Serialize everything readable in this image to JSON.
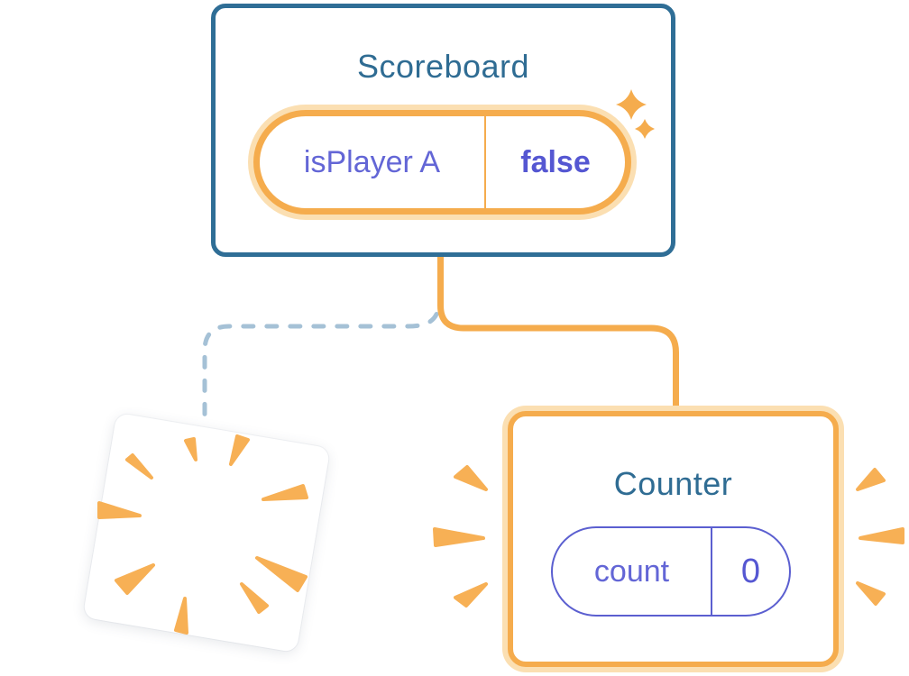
{
  "diagram": {
    "scoreboard": {
      "title": "Scoreboard",
      "state_key": "isPlayer A",
      "state_value": "false"
    },
    "counter": {
      "title": "Counter",
      "state_key": "count",
      "state_value": "0"
    }
  },
  "icons": {
    "sparkles": "four-point-star sparkles (new state highlight)",
    "poof_burst": "orange burst rays (component destroyed)",
    "emphasis_rays": "orange emphasis rays (component created)"
  },
  "colors": {
    "card_border_blue": "#2F6E96",
    "title_blue": "#2F6C93",
    "orange": "#F5AC4D",
    "orange_light_ring": "#FBDFB2",
    "burst_orange": "#F7B055",
    "state_key_indigo": "#6366D6",
    "state_value_indigo": "#5557D2",
    "counter_pill_border": "#5B5FD0",
    "dashed_branch_blue": "#A5C1D6"
  }
}
